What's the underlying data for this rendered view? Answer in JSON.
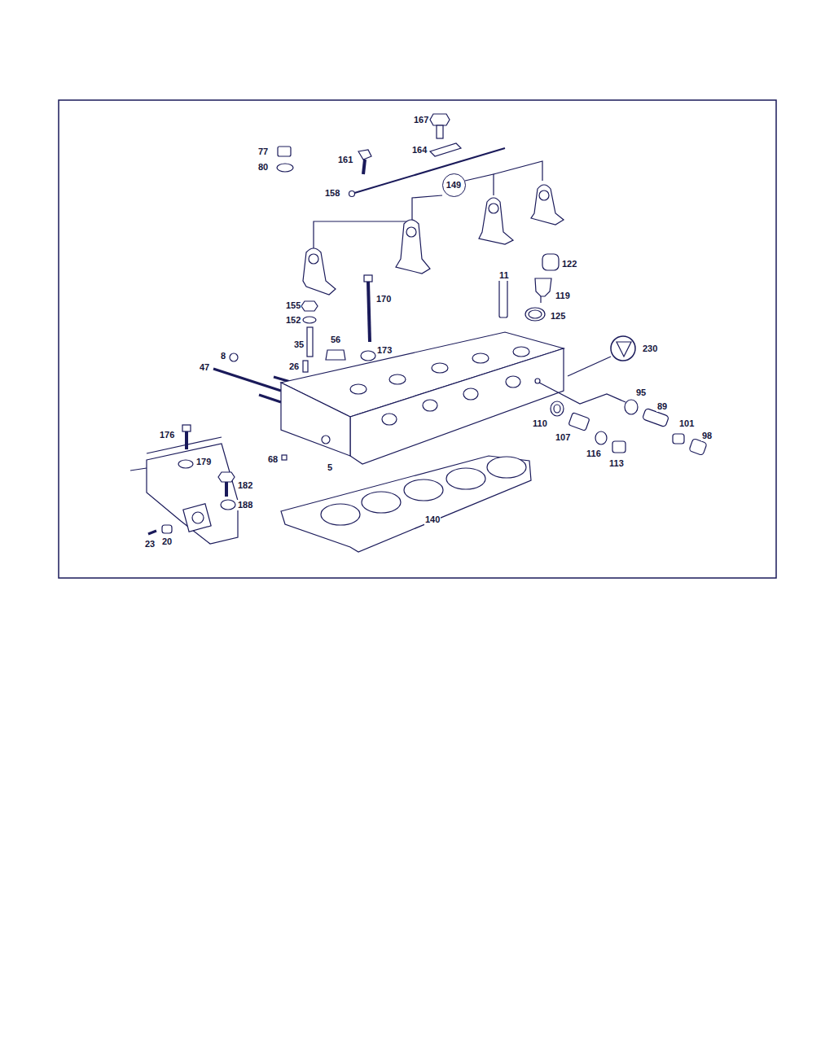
{
  "diagram": {
    "nodes": [
      {
        "text": [
          "149"
        ]
      }
    ],
    "labels": [
      "167",
      "77",
      "164",
      "80",
      "161",
      "158",
      "122",
      "11",
      "119",
      "170",
      "125",
      "155",
      "152",
      "35",
      "56",
      "173",
      "230",
      "8",
      "26",
      "47",
      "95",
      "89",
      "101",
      "110",
      "98",
      "107",
      "176",
      "116",
      "113",
      "179",
      "68",
      "5",
      "182",
      "188",
      "140",
      "23",
      "20"
    ]
  }
}
